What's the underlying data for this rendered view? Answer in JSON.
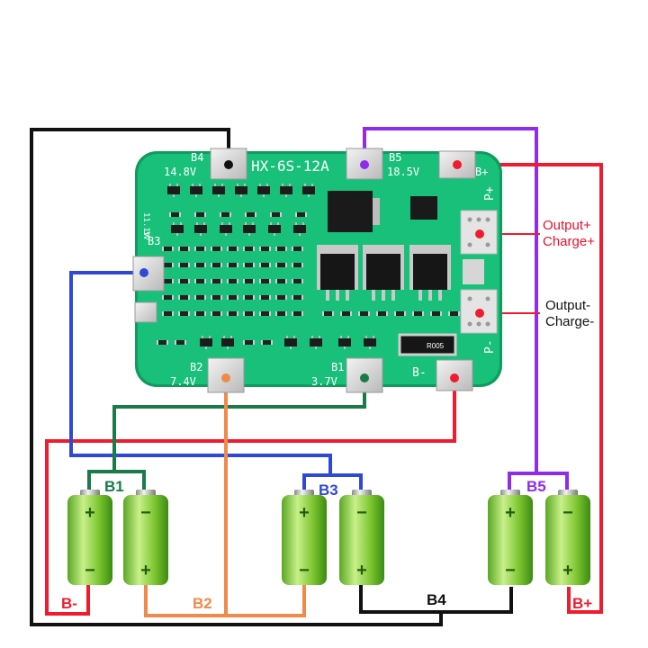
{
  "board": {
    "model": "HX-6S-12A",
    "pads": {
      "b4": {
        "name": "B4",
        "voltage": "14.8V"
      },
      "b5": {
        "name": "B5",
        "voltage": "18.5V"
      },
      "bplus": {
        "name": "B+"
      },
      "b3": {
        "name": "B3"
      },
      "b2": {
        "name": "B2",
        "voltage": "7.4V"
      },
      "b1": {
        "name": "B1",
        "voltage": "3.7V"
      },
      "bminus": {
        "name": "B-"
      },
      "pplus": {
        "name": "P+"
      },
      "pminus": {
        "name": "P-"
      }
    },
    "resistor": "R005",
    "side_marks": [
      "11.1V",
      "3V"
    ]
  },
  "terminals": {
    "output_plus": "Output+",
    "charge_plus": "Charge+",
    "output_minus": "Output-",
    "charge_minus": "Charge-"
  },
  "wire_labels": {
    "b1": "B1",
    "b3": "B3",
    "b5": "B5",
    "b2": "B2",
    "b4": "B4",
    "b_minus": "B-",
    "b_plus": "B+"
  },
  "battery_marks": {
    "plus": "+",
    "minus": "−"
  },
  "colors": {
    "black": "#111111",
    "purple": "#8f2bea",
    "red": "#ee1c2e",
    "blue": "#2f49d6",
    "green": "#1b7a4a",
    "orange": "#f08a4b",
    "pcb": "#18c07a",
    "pcb_edge": "#0f9c5e",
    "text_red": "#e8112d"
  }
}
